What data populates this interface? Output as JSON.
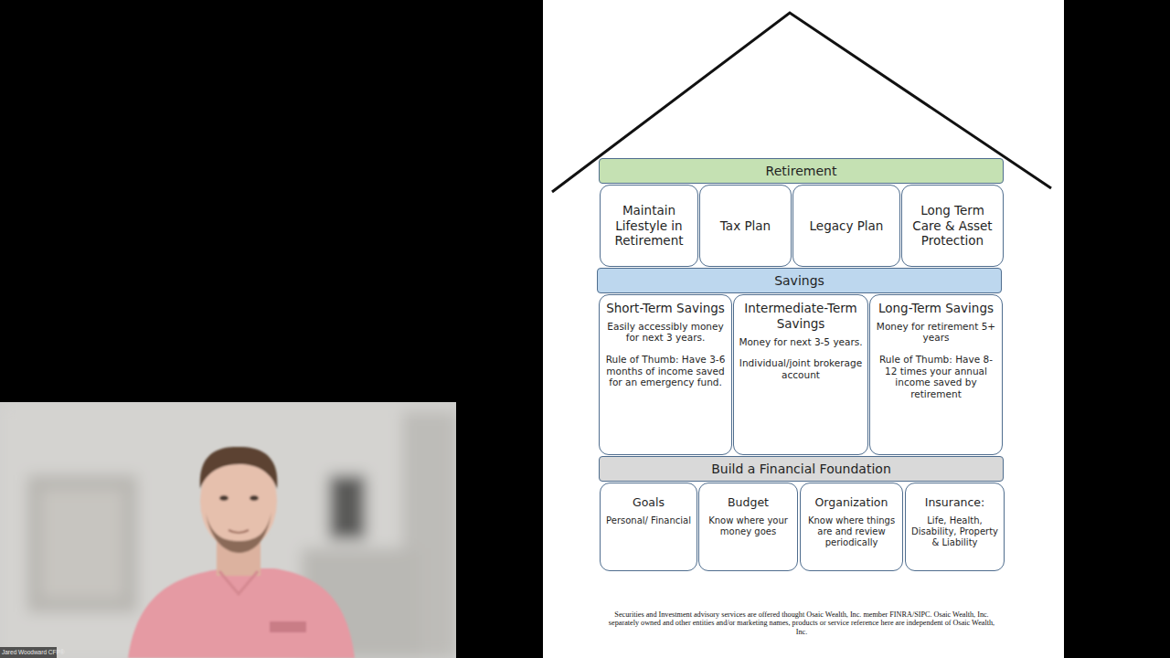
{
  "diagram": {
    "nodes": [
      {
        "text": [
          "Retirement"
        ]
      },
      {
        "text": [
          "Maintain Lifestyle in Retirement"
        ]
      },
      {
        "text": [
          "Tax Plan"
        ]
      },
      {
        "text": [
          "Legacy Plan"
        ]
      },
      {
        "text": [
          "Long Term Care & Asset Protection"
        ]
      },
      {
        "text": [
          "Savings"
        ]
      },
      {
        "text": [
          "Short-Term Savings",
          "Easily accessibly money for next 3 years.",
          "Rule of Thumb: Have 3-6 months of income saved for an emergency fund."
        ]
      },
      {
        "text": [
          "Intermediate-Term Savings",
          "Money for next 3-5 years.",
          "Individual/joint brokerage account"
        ]
      },
      {
        "text": [
          "Long-Term Savings",
          "Money for retirement 5+ years",
          "Rule of Thumb: Have 8-12 times your annual income saved by retirement"
        ]
      },
      {
        "text": [
          "Build a Financial Foundation"
        ]
      },
      {
        "text": [
          "Goals",
          "Personal/ Financial"
        ]
      },
      {
        "text": [
          "Budget",
          "Know where your money goes"
        ]
      },
      {
        "text": [
          "Organization",
          "Know where things are and review periodically"
        ]
      },
      {
        "text": [
          "Insurance:",
          "Life, Health, Disability, Property & Liability"
        ]
      }
    ],
    "labels": [
      "Securities and Investment advisory services are offered thought Osaic Wealth, Inc. member FINRA/SIPC. Osaic Wealth, Inc. separately owned and other entities and/or marketing names, products or service reference here are independent of Osaic Wealth, Inc.",
      "Jared Woodward CFP®"
    ]
  }
}
